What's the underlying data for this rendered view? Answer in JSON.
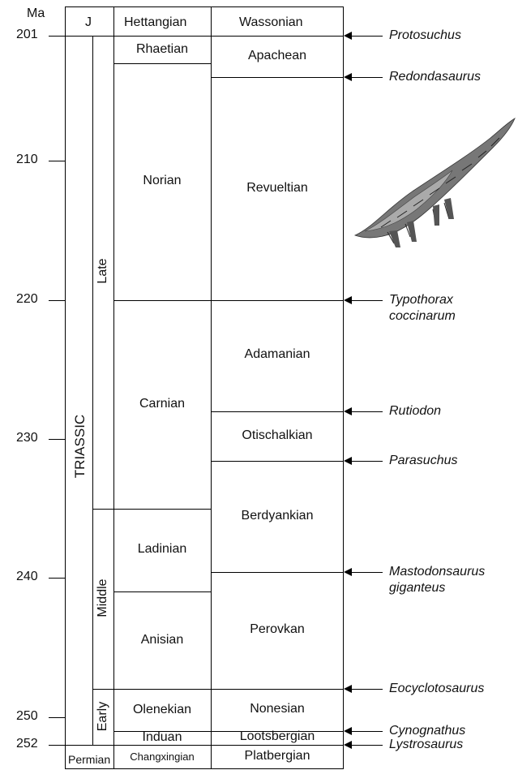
{
  "axis": {
    "unit": "Ma",
    "ticks": [
      {
        "label": "201",
        "ma": 201
      },
      {
        "label": "210",
        "ma": 210
      },
      {
        "label": "220",
        "ma": 220
      },
      {
        "label": "230",
        "ma": 230
      },
      {
        "label": "240",
        "ma": 240
      },
      {
        "label": "250",
        "ma": 250
      },
      {
        "label": "252",
        "ma": 252
      }
    ]
  },
  "headers": {
    "period_top": "J",
    "stage_top": "Hettangian",
    "lvf_top": "Wassonian"
  },
  "period": {
    "label": "TRIASSIC",
    "below": "Permian"
  },
  "epochs": [
    {
      "label": "Late",
      "start": 201,
      "end": 235
    },
    {
      "label": "Middle",
      "start": 235,
      "end": 248
    },
    {
      "label": "Early",
      "start": 248,
      "end": 252
    }
  ],
  "stages": [
    {
      "label": "Rhaetian",
      "start": 201,
      "end": 203
    },
    {
      "label": "Norian",
      "start": 203,
      "end": 220
    },
    {
      "label": "Carnian",
      "start": 220,
      "end": 235
    },
    {
      "label": "Ladinian",
      "start": 235,
      "end": 241
    },
    {
      "label": "Anisian",
      "start": 241,
      "end": 248
    },
    {
      "label": "Olenekian",
      "start": 248,
      "end": 251
    },
    {
      "label": "Induan",
      "start": 251,
      "end": 252
    },
    {
      "label": "Changxingian",
      "start": 252,
      "end": 253
    }
  ],
  "lvfs": [
    {
      "label": "Apachean",
      "start": 201,
      "end": 204
    },
    {
      "label": "Revueltian",
      "start": 204,
      "end": 220
    },
    {
      "label": "Adamanian",
      "start": 220,
      "end": 228
    },
    {
      "label": "Otischalkian",
      "start": 228,
      "end": 231.6
    },
    {
      "label": "Berdyankian",
      "start": 231.6,
      "end": 239.6
    },
    {
      "label": "Perovkan",
      "start": 239.6,
      "end": 248
    },
    {
      "label": "Nonesian",
      "start": 248,
      "end": 251
    },
    {
      "label": "Lootsbergian",
      "start": 251,
      "end": 252
    },
    {
      "label": "Platbergian",
      "start": 252,
      "end": 253
    }
  ],
  "taxa": [
    {
      "name": "Protosuchus",
      "ma": 201
    },
    {
      "name": "Redondasaurus",
      "ma": 204
    },
    {
      "name": "Typothorax coccinarum",
      "lines": [
        "Typothorax",
        "coccinarum"
      ],
      "ma": 220
    },
    {
      "name": "Rutiodon",
      "ma": 228
    },
    {
      "name": "Parasuchus",
      "ma": 231.6
    },
    {
      "name": "Mastodonsaurus giganteus",
      "lines": [
        "Mastodonsaurus",
        "giganteus"
      ],
      "ma": 239.6
    },
    {
      "name": "Eocyclotosaurus",
      "ma": 248
    },
    {
      "name": "Cynognathus",
      "ma": 251
    },
    {
      "name": "Lystrosaurus",
      "ma": 252
    }
  ],
  "illustration": {
    "icon": "armored-aetosaur-illustration"
  }
}
